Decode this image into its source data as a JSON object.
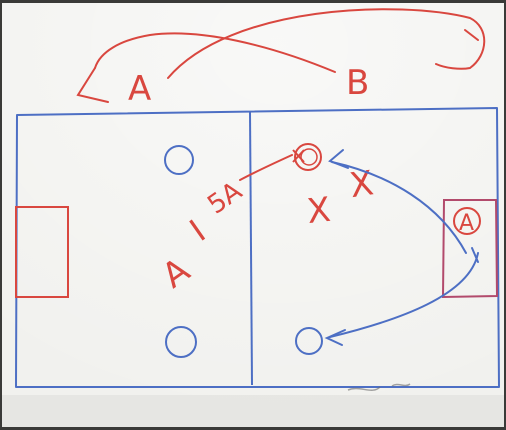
{
  "whiteboard": {
    "colors": {
      "board": "#f1f1ee",
      "frame": "#3a3a38",
      "red_ink": "#d9473f",
      "blue_ink": "#4d6fc4"
    },
    "labels": {
      "team_a": "A",
      "team_b": "B",
      "player_a_left": "A",
      "player_i": "I",
      "player_5a": "5A",
      "marker_x_left": "X",
      "marker_x_right": "X",
      "player_a_goal": "A"
    }
  }
}
